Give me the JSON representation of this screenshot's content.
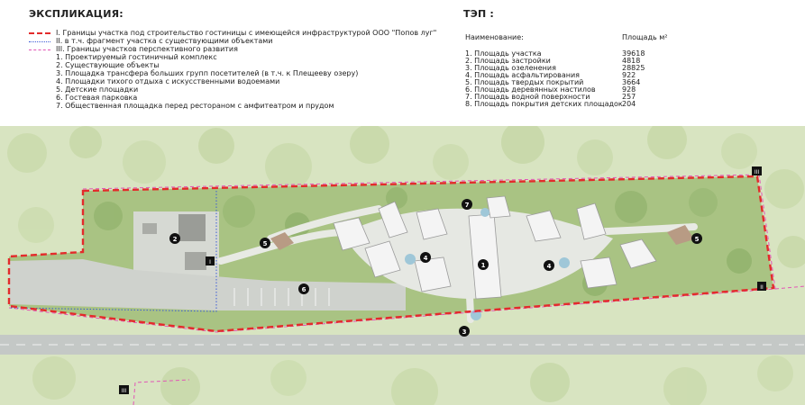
{
  "explication": {
    "title": "ЭКСПЛИКАЦИЯ:",
    "boundaries": [
      {
        "text": "I.   Границы участка под строительство гостиницы с имеющейся инфраструктурой ООО \"Попов луг\"",
        "style": "red"
      },
      {
        "text": "II.  в т.ч. фрагмент участка с существующими объектами",
        "style": "blue"
      },
      {
        "text": "III. Границы участков перспективного развития",
        "style": "pink"
      }
    ],
    "items": [
      "1.   Проектируемый гостиничный комплекс",
      "2.  Существующие объекты",
      "3.  Площадка трансфера больших групп посетителей (в т.ч. к Плещееву озеру)",
      "4.  Площадки тихого отдыха с искусственными водоемами",
      "5.  Детские площадки",
      "6.  Гостевая парковка",
      "7.  Общественная площадка перед рестораном с амфитеатром и прудом"
    ]
  },
  "tep": {
    "title": "ТЭП :",
    "header_name": "Наименование:",
    "header_area": "Площадь м²",
    "rows": [
      {
        "name": "1.  Площадь участка",
        "value": "39618"
      },
      {
        "name": "2.  Площадь застройки",
        "value": "4818"
      },
      {
        "name": "3.  Площадь озеленения",
        "value": "28825"
      },
      {
        "name": "4.  Площадь асфальтирования",
        "value": "922"
      },
      {
        "name": "5.  Площадь твердых покрытий",
        "value": "3664"
      },
      {
        "name": "6.  Площадь деревянных настилов",
        "value": "928"
      },
      {
        "name": "7.  Площадь водной поверхности",
        "value": "257"
      },
      {
        "name": "8.  Площадь покрытия детских площадок",
        "value": "204"
      }
    ]
  },
  "map": {
    "markers": [
      "1",
      "2",
      "3",
      "4",
      "4",
      "5",
      "5",
      "6",
      "7"
    ],
    "zone_tags": [
      "I",
      "II",
      "III",
      "III"
    ]
  },
  "colors": {
    "site_boundary": "#e32b2b",
    "existing_boundary": "#3b5bd6",
    "future_boundary": "#e256b6",
    "grass": "#c9d9a8",
    "forest": "#8fb16a",
    "path": "#e6e8e3",
    "road": "#bfc3c2",
    "roof": "#f4f4f4"
  }
}
